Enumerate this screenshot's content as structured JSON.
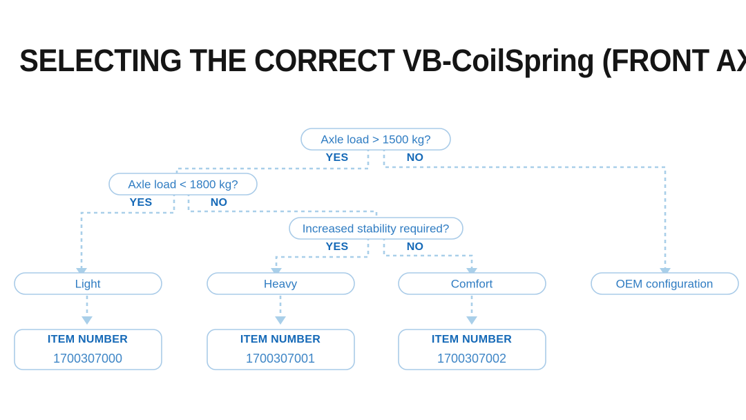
{
  "page": {
    "title": "SELECTING THE CORRECT VB-CoilSpring (FRONT AXLE)",
    "background_color": "#ffffff",
    "title_color": "#151515"
  },
  "palette": {
    "node_border": "#a9cbe8",
    "node_text": "#2f7cc2",
    "branch_label": "#1569b7",
    "connector": "#a9cfe9",
    "item_title": "#1569b7",
    "item_value": "#3f86c6"
  },
  "chart_data": {
    "type": "diagram",
    "title": "SELECTING THE CORRECT VB-CoilSpring (FRONT AXLE)",
    "decisions": [
      {
        "id": "d1",
        "question": "Axle load > 1500 kg?",
        "yes_label": "YES",
        "no_label": "NO",
        "yes_target": "d2",
        "no_target": "r4"
      },
      {
        "id": "d2",
        "question": "Axle load < 1800 kg?",
        "yes_label": "YES",
        "no_label": "NO",
        "yes_target": "r1",
        "no_target": "d3"
      },
      {
        "id": "d3",
        "question": "Increased stability required?",
        "yes_label": "YES",
        "no_label": "NO",
        "yes_target": "r2",
        "no_target": "r3"
      }
    ],
    "results": [
      {
        "id": "r1",
        "label": "Light",
        "item_title": "ITEM NUMBER",
        "item_value": "1700307000"
      },
      {
        "id": "r2",
        "label": "Heavy",
        "item_title": "ITEM NUMBER",
        "item_value": "1700307001"
      },
      {
        "id": "r3",
        "label": "Comfort",
        "item_title": "ITEM NUMBER",
        "item_value": "1700307002"
      },
      {
        "id": "r4",
        "label": "OEM configuration",
        "item_title": null,
        "item_value": null
      }
    ]
  },
  "decision1": {
    "question": "Axle load > 1500 kg?",
    "yes": "YES",
    "no": "NO"
  },
  "decision2": {
    "question": "Axle load < 1800 kg?",
    "yes": "YES",
    "no": "NO"
  },
  "decision3": {
    "question": "Increased stability required?",
    "yes": "YES",
    "no": "NO"
  },
  "result1": {
    "label": "Light"
  },
  "result2": {
    "label": "Heavy"
  },
  "result3": {
    "label": "Comfort"
  },
  "result4": {
    "label": "OEM configuration"
  },
  "item1": {
    "title": "ITEM NUMBER",
    "value": "1700307000"
  },
  "item2": {
    "title": "ITEM NUMBER",
    "value": "1700307001"
  },
  "item3": {
    "title": "ITEM NUMBER",
    "value": "1700307002"
  }
}
